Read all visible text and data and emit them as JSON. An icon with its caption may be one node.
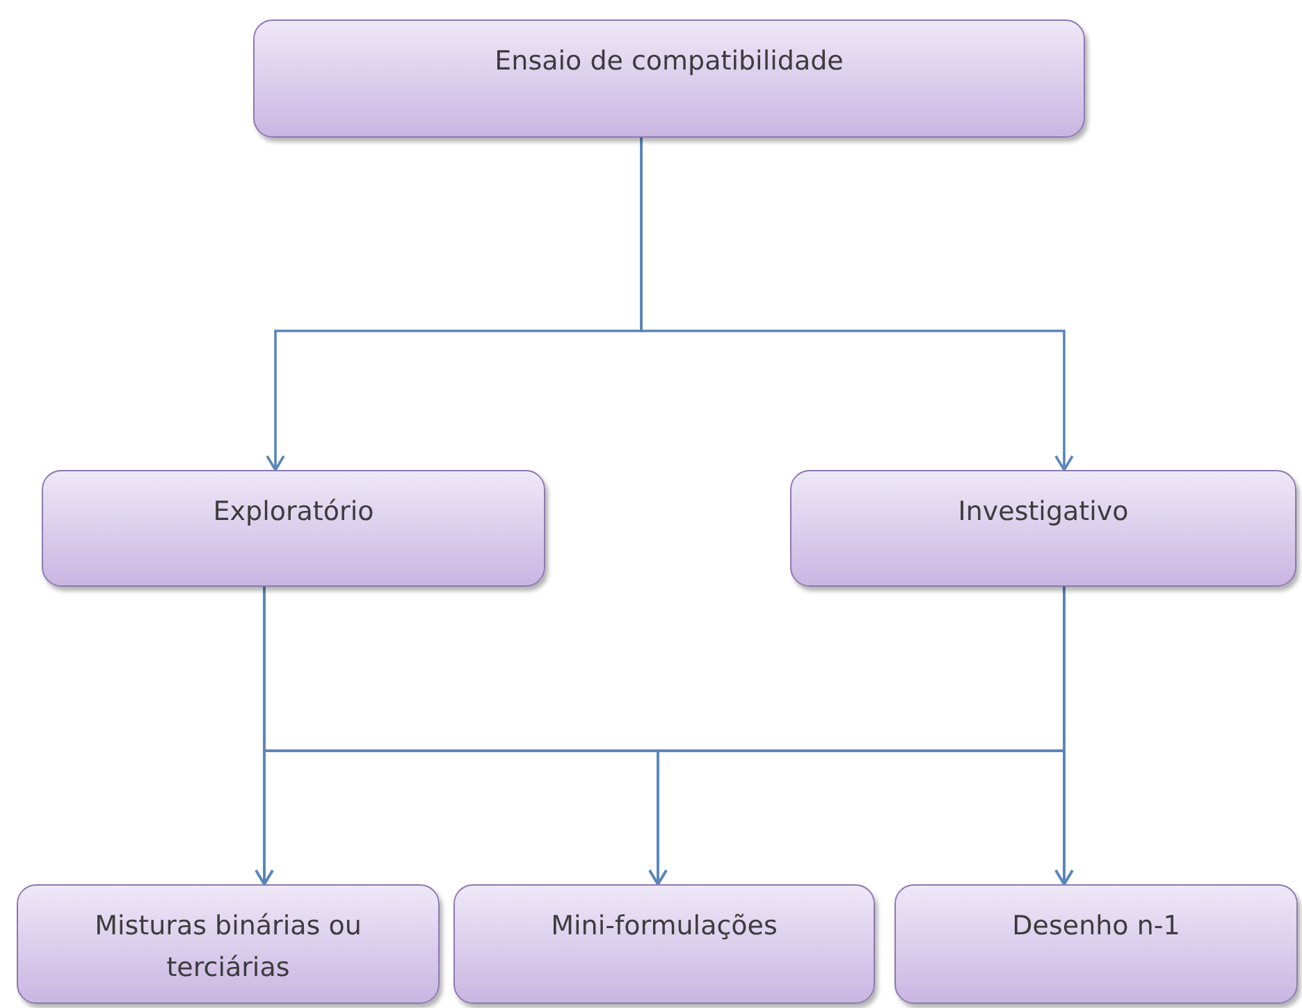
{
  "diagram": {
    "nodes": [
      {
        "text": [
          "Ensaio de compatibilidade"
        ]
      },
      {
        "text": [
          "Exploratório"
        ]
      },
      {
        "text": [
          "Investigativo"
        ]
      },
      {
        "text": [
          "Misturas binárias ou terciárias"
        ]
      },
      {
        "text": [
          "Mini-formulações"
        ]
      },
      {
        "text": [
          "Desenho n-1"
        ]
      }
    ],
    "edges": [
      {
        "from": 0,
        "to": 1,
        "arrow": "to"
      },
      {
        "from": 0,
        "to": 2,
        "arrow": "to"
      },
      {
        "from": 1,
        "to": 3,
        "arrow": "to"
      },
      {
        "from": 1,
        "to": 4,
        "arrow": "to"
      },
      {
        "from": 1,
        "to": 5,
        "arrow": "to"
      },
      {
        "from": 2,
        "to": 3,
        "arrow": "to"
      },
      {
        "from": 2,
        "to": 4,
        "arrow": "to"
      },
      {
        "from": 2,
        "to": 5,
        "arrow": "to"
      }
    ]
  }
}
